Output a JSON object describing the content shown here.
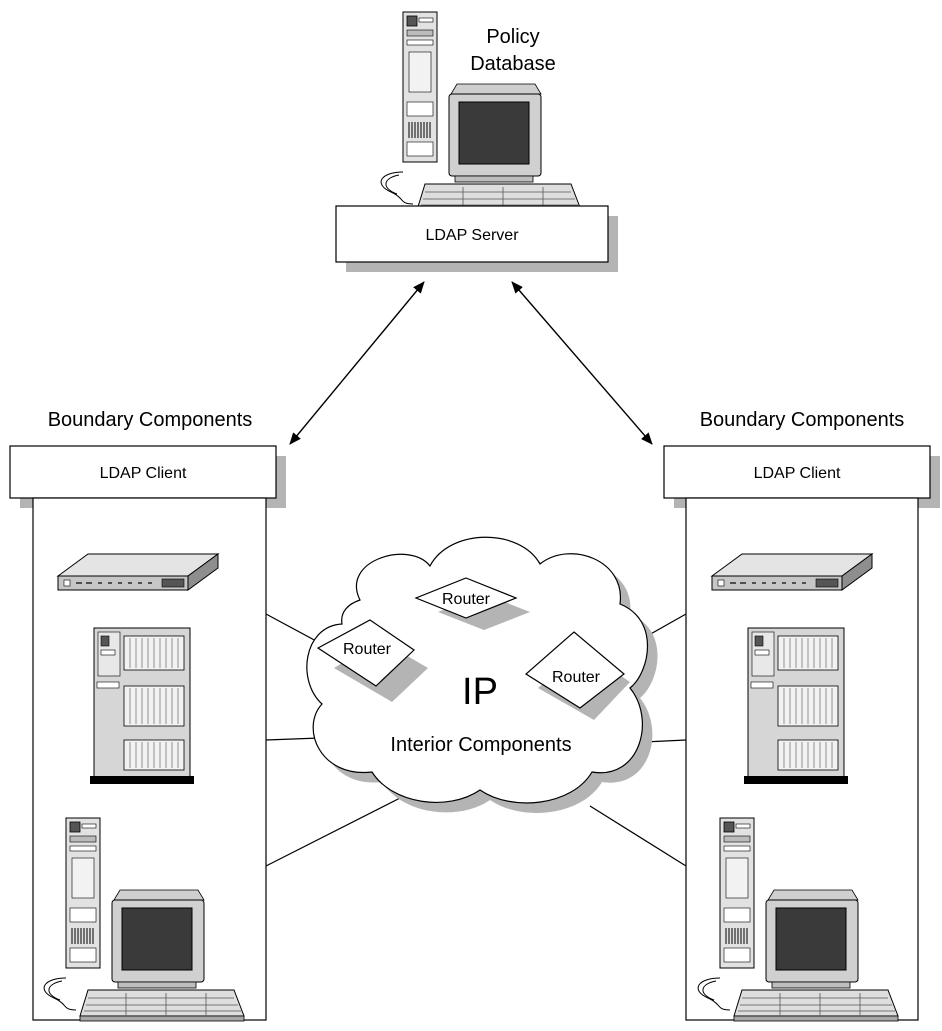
{
  "server": {
    "caption_line1": "Policy",
    "caption_line2": "Database",
    "box_label": "LDAP Server"
  },
  "left_group": {
    "heading": "Boundary Components",
    "client_label": "LDAP Client"
  },
  "right_group": {
    "heading": "Boundary Components",
    "client_label": "LDAP Client"
  },
  "cloud": {
    "title": "IP",
    "subtitle": "Interior Components",
    "routers": [
      "Router",
      "Router",
      "Router"
    ]
  },
  "icons": [
    "workstation-icon",
    "network-switch-icon",
    "server-tower-icon",
    "router-icon",
    "ip-cloud-icon",
    "arrow-icon"
  ],
  "colors": {
    "shadow": "#b4b4b4",
    "device_fill": "#d8d8d8",
    "screen": "#3a3a3a"
  }
}
